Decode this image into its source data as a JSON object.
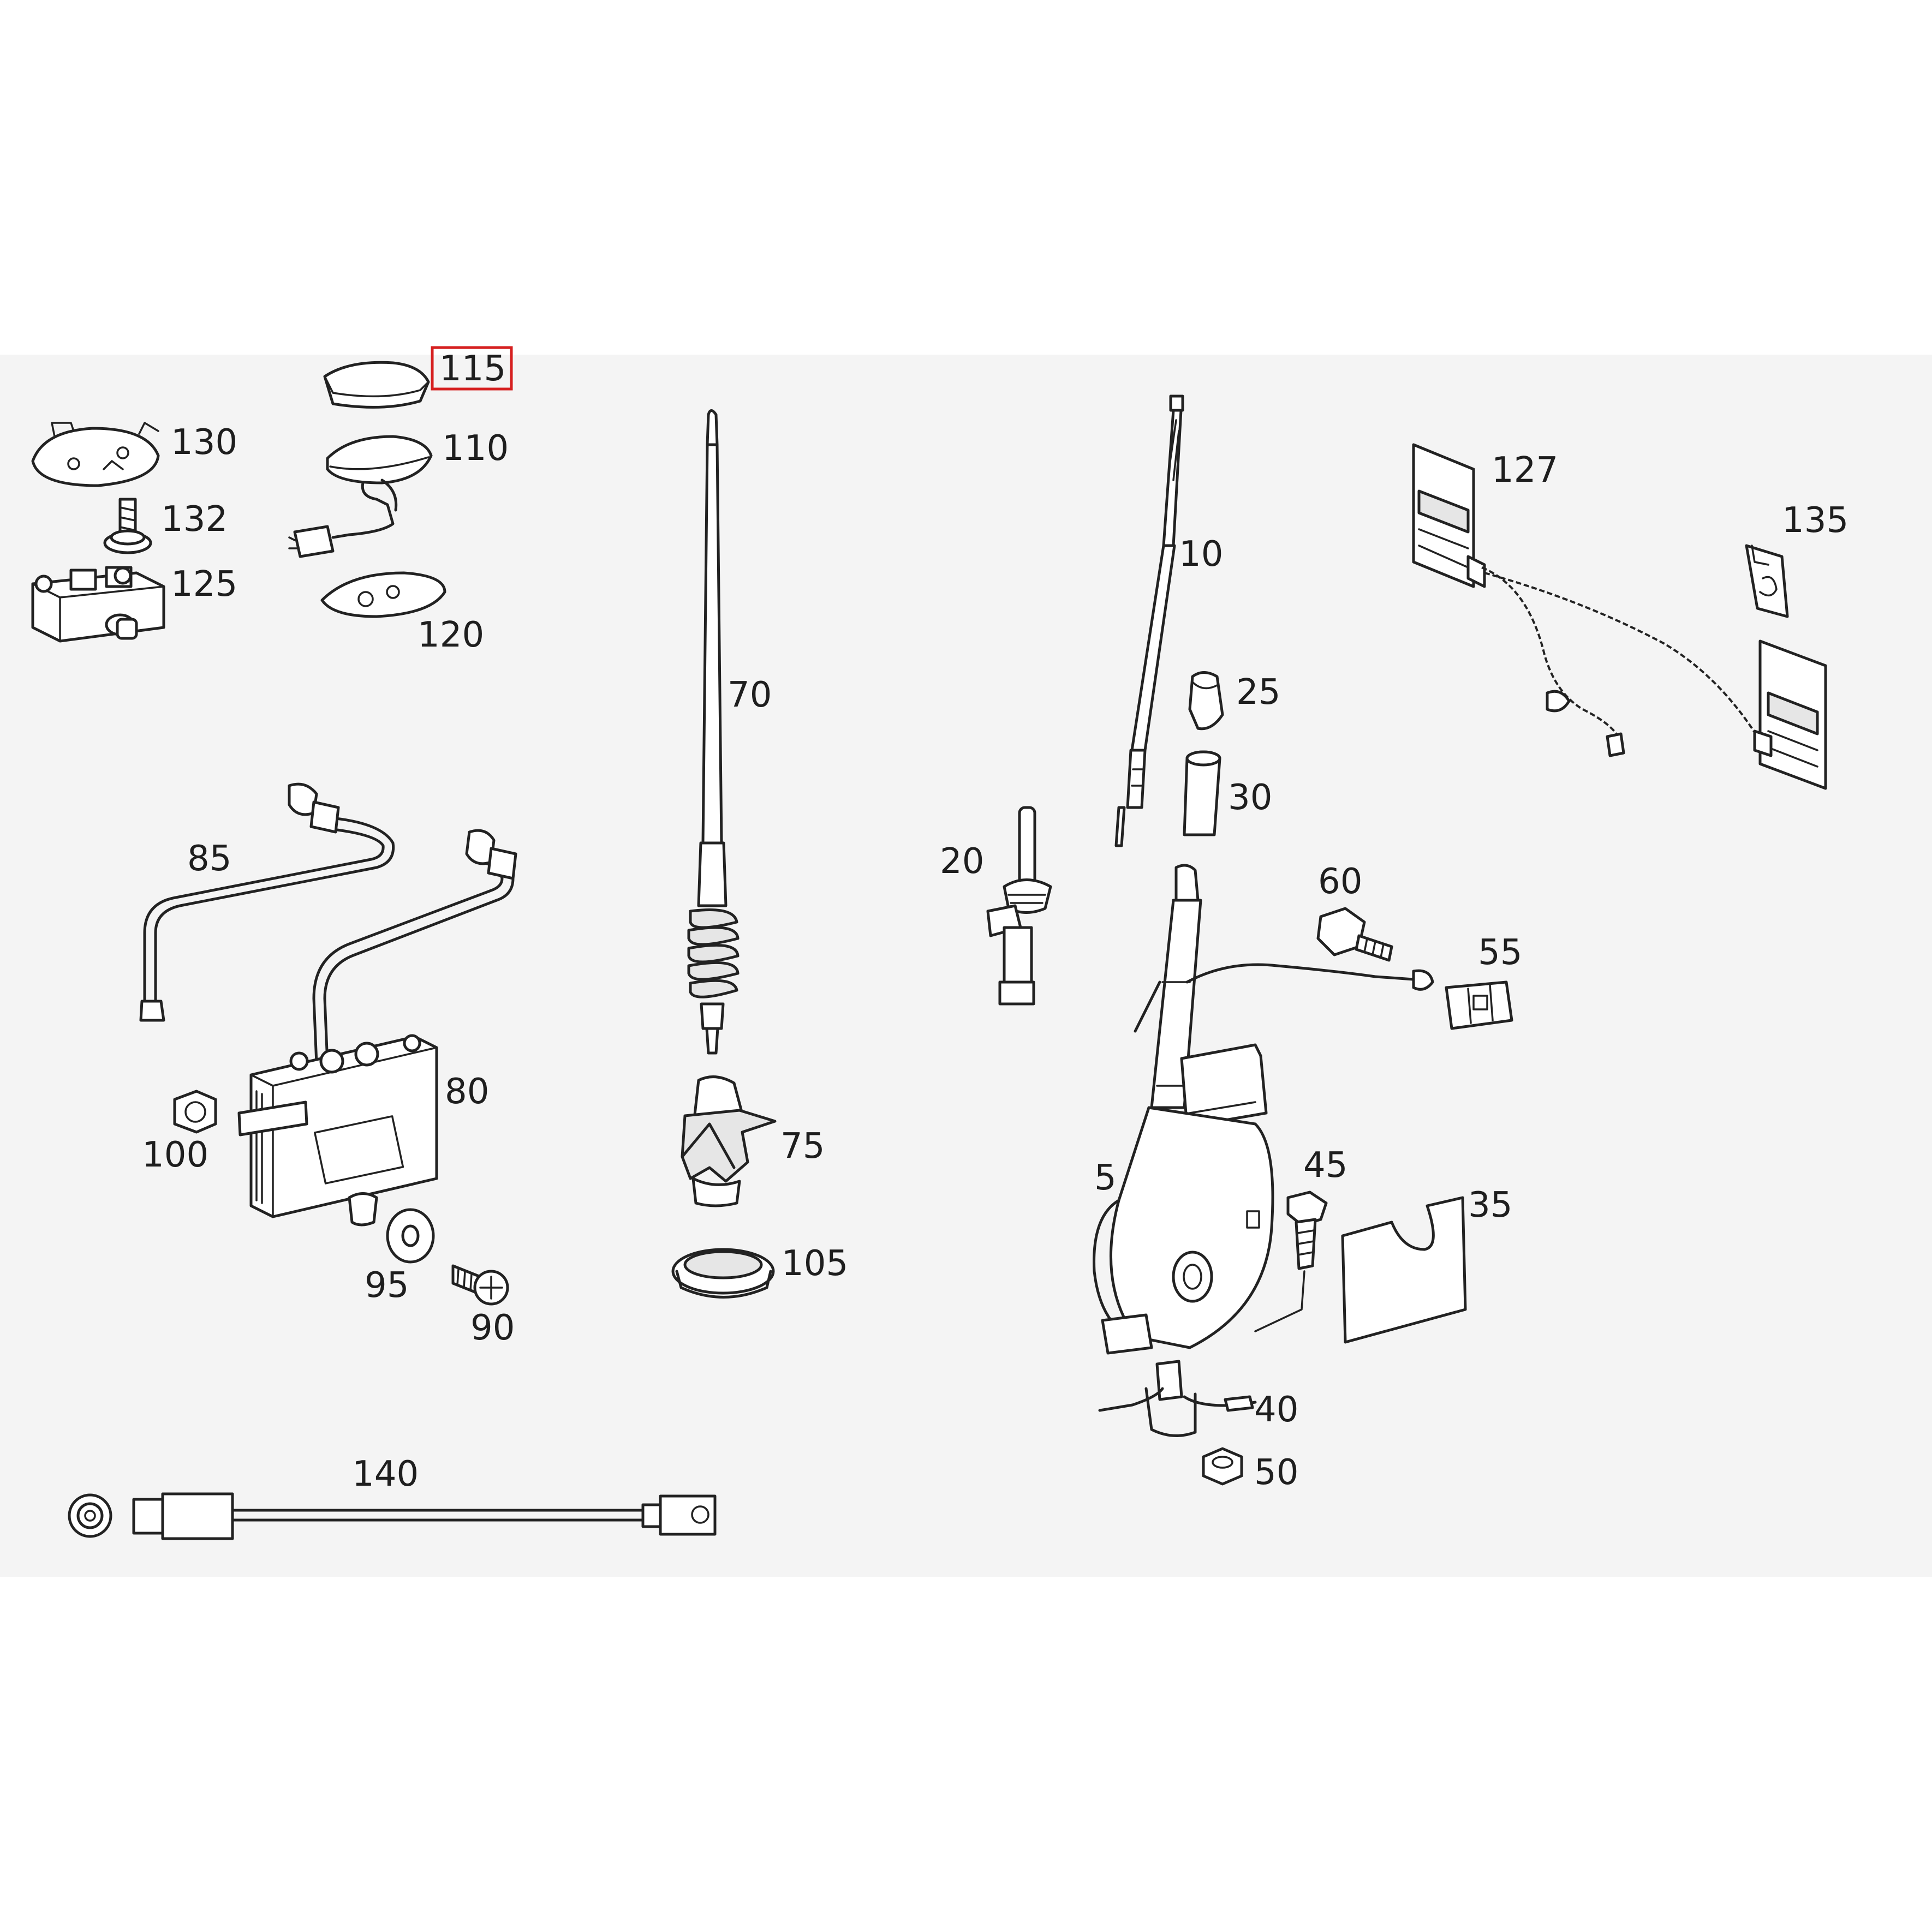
{
  "diagram": {
    "highlight": {
      "part": "115",
      "color": "#d62020"
    },
    "callouts": [
      "115",
      "130",
      "110",
      "132",
      "125",
      "120",
      "70",
      "10",
      "127",
      "135",
      "25",
      "30",
      "20",
      "60",
      "55",
      "85",
      "80",
      "100",
      "75",
      "105",
      "95",
      "90",
      "45",
      "5",
      "35",
      "40",
      "50",
      "140"
    ]
  }
}
